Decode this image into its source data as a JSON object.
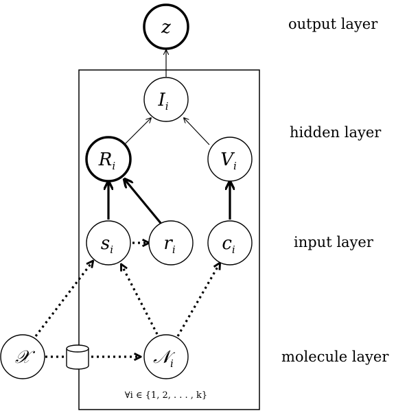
{
  "nodes": {
    "z": {
      "symbol": "z",
      "sub": ""
    },
    "I": {
      "symbol": "I",
      "sub": "i"
    },
    "R": {
      "symbol": "R",
      "sub": "i"
    },
    "V": {
      "symbol": "V",
      "sub": "i"
    },
    "s": {
      "symbol": "s",
      "sub": "i"
    },
    "r": {
      "symbol": "r",
      "sub": "i"
    },
    "c": {
      "symbol": "c",
      "sub": "i"
    },
    "X": {
      "symbol": "𝒳",
      "sub": ""
    },
    "N": {
      "symbol": "𝒩",
      "sub": "i"
    }
  },
  "layers": {
    "output": "output layer",
    "hidden": "hidden layer",
    "input": "input layer",
    "molecule": "molecule layer"
  },
  "plate_note": "∀i ∈ {1, 2, . . . , k}",
  "edges": [
    {
      "from": "I",
      "to": "z",
      "style": "thin"
    },
    {
      "from": "R",
      "to": "I",
      "style": "thin"
    },
    {
      "from": "V",
      "to": "I",
      "style": "thin"
    },
    {
      "from": "s",
      "to": "R",
      "style": "thick"
    },
    {
      "from": "r",
      "to": "R",
      "style": "thick"
    },
    {
      "from": "c",
      "to": "V",
      "style": "thick"
    },
    {
      "from": "s",
      "to": "r",
      "style": "dotted"
    },
    {
      "from": "X",
      "to": "s",
      "style": "dotted"
    },
    {
      "from": "N",
      "to": "s",
      "style": "dotted"
    },
    {
      "from": "N",
      "to": "c",
      "style": "dotted"
    },
    {
      "from": "X",
      "to": "N",
      "style": "dotted"
    }
  ]
}
